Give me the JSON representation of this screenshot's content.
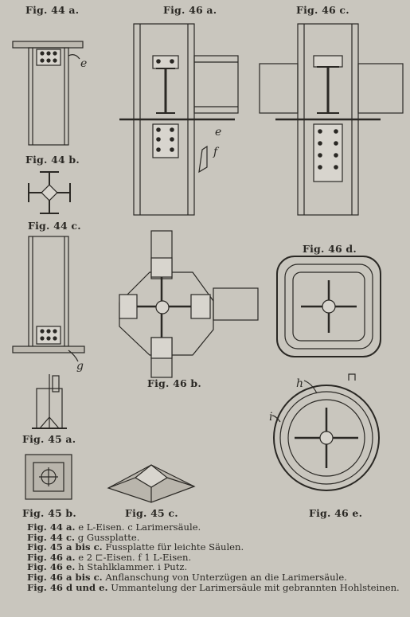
{
  "figures": {
    "f44a": "Fig. 44 a.",
    "f46a": "Fig. 46 a.",
    "f46c": "Fig. 46 c.",
    "f44b": "Fig. 44 b.",
    "f44c": "Fig. 44 c.",
    "f46d": "Fig. 46 d.",
    "f46b": "Fig. 46 b.",
    "f45a": "Fig. 45 a.",
    "f45b": "Fig. 45 b.",
    "f45c": "Fig. 45 c.",
    "f46e": "Fig. 46 e."
  },
  "letters": {
    "e1": "e",
    "e2": "e",
    "f": "f",
    "g": "g",
    "h": "h",
    "i": "i"
  },
  "captions": [
    {
      "label": "Fig. 44 a.",
      "text": "e L-Eisen.  c Larimersäule."
    },
    {
      "label": "Fig. 44 c.",
      "text": "g Gussplatte."
    },
    {
      "label": "Fig. 45 a bis c.",
      "text": "Fussplatte für leichte Säulen."
    },
    {
      "label": "Fig. 46 a.",
      "text": "e 2 ⊏-Eisen.  f 1 L-Eisen."
    },
    {
      "label": "Fig. 46 e.",
      "text": "h Stahlklammer.  i Putz."
    },
    {
      "label": "Fig. 46 a bis c.",
      "text": "Anflanschung von Unterzügen an die Larimersäule."
    },
    {
      "label": "Fig. 46 d und e.",
      "text": "Ummantelung der Larimersäule mit gebrannten Hohlsteinen."
    }
  ],
  "colors": {
    "paper": "#c9c6be",
    "ink": "#2a2824"
  }
}
